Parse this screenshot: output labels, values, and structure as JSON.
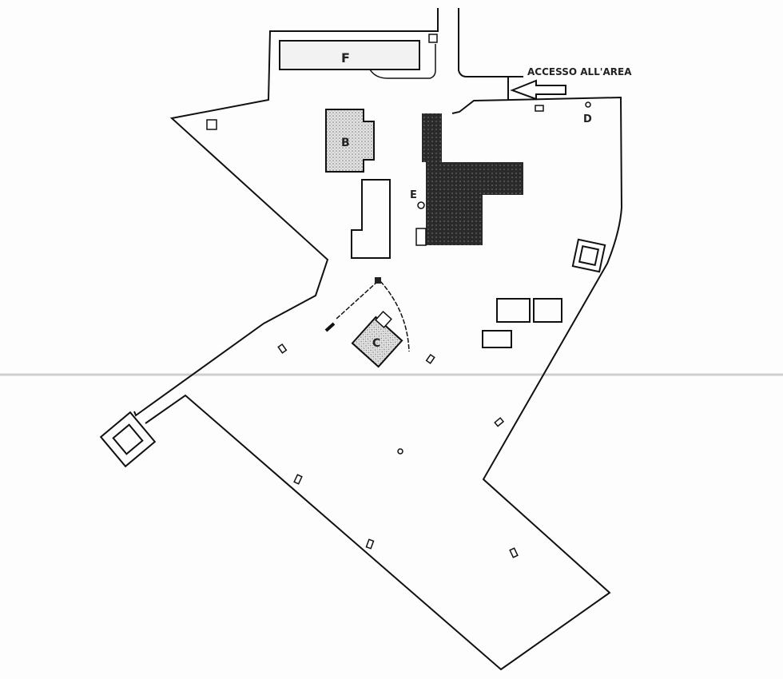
{
  "plan": {
    "access_label": "ACCESSO ALL'AREA",
    "labels": {
      "f": "F",
      "b": "B",
      "c": "C",
      "d": "D",
      "e": "E"
    }
  },
  "colors": {
    "line": "#111111",
    "dark_building": "#2a2a2a",
    "light_fill": "#d8d8d8",
    "divider": "#cfcfcf"
  }
}
